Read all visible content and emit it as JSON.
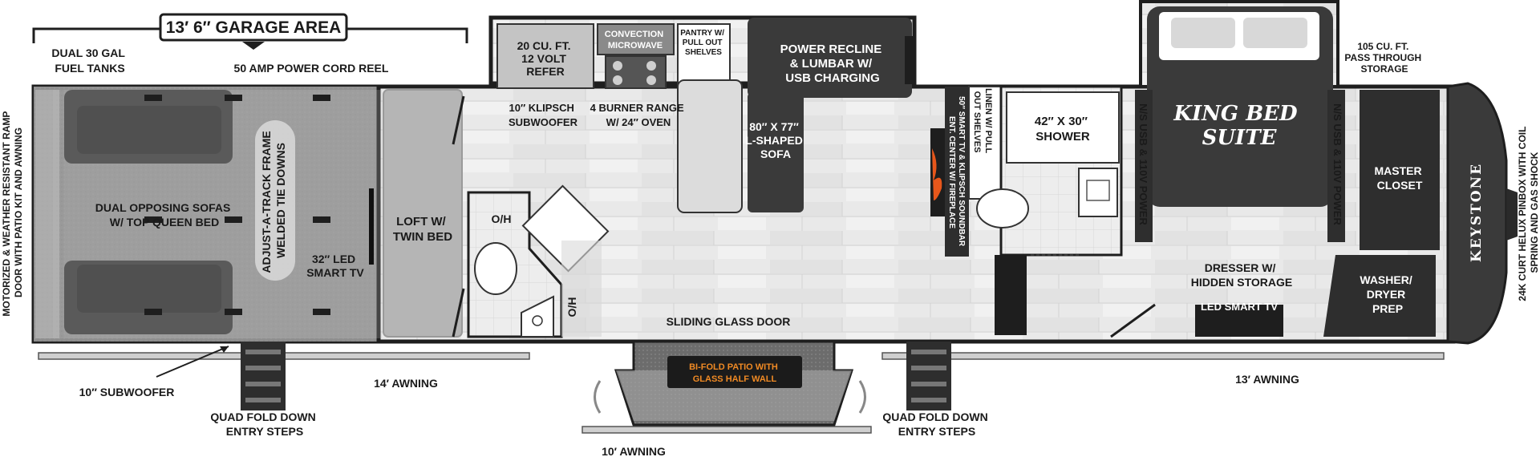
{
  "garage": {
    "dimension": "13′ 6″ GARAGE AREA",
    "fuel_tanks": [
      "DUAL 30 GAL",
      "FUEL TANKS"
    ],
    "power_cord": "50 AMP POWER CORD REEL",
    "ramp_door": [
      "MOTORIZED & WEATHER RESISTANT RAMP",
      "DOOR WITH PATIO KIT AND AWNING"
    ],
    "sofas": [
      "DUAL OPPOSING SOFAS",
      "W/ TOP QUEEN BED"
    ],
    "tie_downs": [
      "ADJUST-A-TRACK FRAME",
      "WELDED TIE DOWNS"
    ],
    "tv": [
      "32″ LED",
      "SMART TV"
    ],
    "loft": [
      "LOFT W/",
      "TWIN BED"
    ],
    "subwoofer": "10″ SUBWOOFER",
    "steps": [
      "QUAD FOLD DOWN",
      "ENTRY STEPS"
    ],
    "awning": "14′ AWNING"
  },
  "bath1": {
    "oh_top": "O/H",
    "oh_side": "O/H"
  },
  "kitchen": {
    "refer": [
      "20 CU. FT.",
      "12 VOLT",
      "REFER"
    ],
    "microwave": [
      "CONVECTION",
      "MICROWAVE"
    ],
    "pantry": [
      "PANTRY W/",
      "PULL OUT",
      "SHELVES"
    ],
    "klipsch": [
      "10″ KLIPSCH",
      "SUBWOOFER"
    ],
    "range": [
      "4 BURNER RANGE",
      "W/ 24″ OVEN"
    ]
  },
  "living": {
    "recline": [
      "POWER RECLINE",
      "& LUMBAR W/",
      "USB CHARGING"
    ],
    "sofa": [
      "80″ X 77″",
      "L-SHAPED",
      "SOFA"
    ],
    "sliding_door": "SLIDING GLASS DOOR",
    "patio": [
      "BI-FOLD PATIO WITH",
      "GLASS HALF WALL"
    ],
    "awning": "10′ AWNING",
    "steps": [
      "QUAD FOLD DOWN",
      "ENTRY STEPS"
    ],
    "ent_center": [
      "50″ SMART TV & KLIPSCH SOUNDBAR",
      "ENT. CENTER W/ FIREPLACE"
    ],
    "linen": [
      "LINEN W/ PULL",
      "OUT SHELVES"
    ]
  },
  "master": {
    "shower": [
      "42″ X 30″",
      "SHOWER"
    ],
    "usb_left": "N/S USB & 110V POWER",
    "usb_right": "N/S USB & 110V POWER",
    "bed": [
      "KING BED",
      "SUITE"
    ],
    "pass_through": [
      "105 CU. FT.",
      "PASS THROUGH",
      "STORAGE"
    ],
    "closet": [
      "MASTER",
      "CLOSET"
    ],
    "dresser": [
      "DRESSER W/",
      "HIDDEN STORAGE"
    ],
    "tv": "LED SMART TV",
    "washer": [
      "WASHER/",
      "DRYER",
      "PREP"
    ],
    "awning": "13′ AWNING",
    "brand": "KEYSTONE",
    "pinbox": [
      "24K CURT HELUX PINBOX WITH COIL",
      "SPRING AND GAS SHOCK"
    ]
  },
  "colors": {
    "outline": "#1e1e1e",
    "garage_floor": "#8d8d8d",
    "wood_floor": "#e9e9e9",
    "sofa": "#3a3a3a",
    "dark_panel": "#2e2e2e",
    "patio_label": "#f08a24",
    "fire": "#e8571b"
  }
}
